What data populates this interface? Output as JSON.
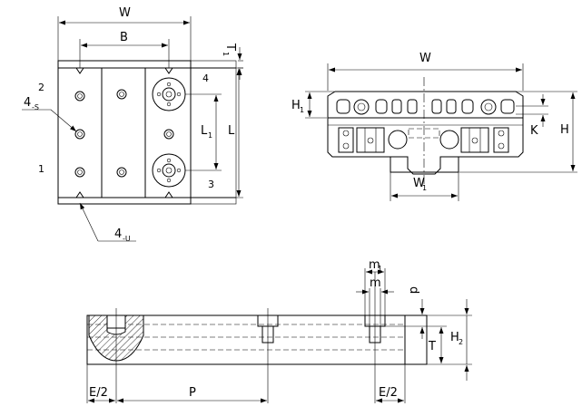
{
  "labels": {
    "w_top": "W",
    "b": "B",
    "t1_main": "T",
    "t1_sub": "1",
    "four_s_main": "4",
    "four_s_sub": "-S",
    "four_u_main": "4",
    "four_u_sub": "-U",
    "corner_1": "1",
    "corner_2": "2",
    "corner_3": "3",
    "corner_4": "4",
    "l1_main": "L",
    "l1_sub": "1",
    "l": "L",
    "w_side": "W",
    "h1_main": "H",
    "h1_sub": "1",
    "k": "K",
    "h": "H",
    "w1_main": "W",
    "w1_sub": "1",
    "m1_main": "m",
    "m1_sub": "1",
    "m": "m",
    "d_label": "d",
    "h2_main": "H",
    "h2_sub": "2",
    "t": "T",
    "e2_left": "E/2",
    "p": "P",
    "e2_right": "E/2"
  }
}
